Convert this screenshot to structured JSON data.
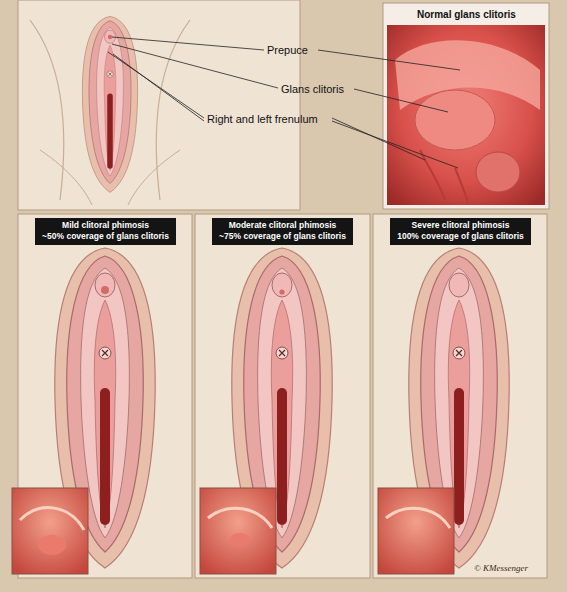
{
  "diagram": {
    "nodes": [
      {
        "text": [
          "Mild clitoral phimosis",
          "~50% coverage of glans clitoris"
        ]
      },
      {
        "text": [
          "Moderate clitoral phimosis",
          "~75% coverage of glans clitoris"
        ]
      },
      {
        "text": [
          "Severe clitoral phimosis",
          "100% coverage of glans clitoris"
        ]
      }
    ],
    "labels": [
      "Normal glans clitoris",
      "Prepuce",
      "Glans clitoris",
      "Right and left frenulum",
      "© KMessenger"
    ]
  }
}
